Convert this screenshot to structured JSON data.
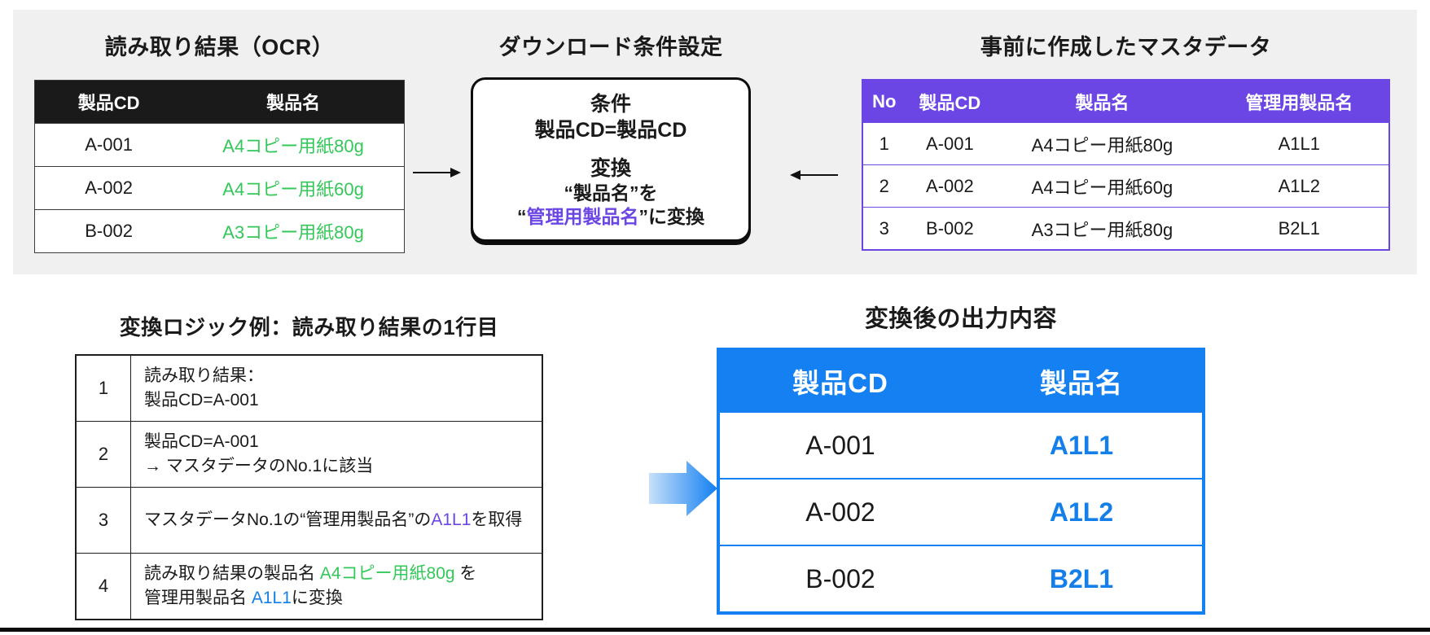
{
  "colors": {
    "panel_bg": "#f0f0f1",
    "ocr_header_bg": "#1a1a1a",
    "master_purple": "#6b46e5",
    "green_text": "#34c759",
    "blue_text": "#147fe8",
    "output_blue": "#1480f2",
    "text": "#1a1a1a"
  },
  "top_panel": {
    "ocr_table": {
      "title": "読み取り結果（OCR）",
      "columns": [
        "製品CD",
        "製品名"
      ],
      "rows": [
        {
          "cd": "A-001",
          "name": "A4コピー用紙80g"
        },
        {
          "cd": "A-002",
          "name": "A4コピー用紙60g"
        },
        {
          "cd": "B-002",
          "name": "A3コピー用紙80g"
        }
      ]
    },
    "condition_box": {
      "title": "ダウンロード条件設定",
      "condition_label": "条件",
      "condition_value": "製品CD=製品CD",
      "convert_label": "変換",
      "convert_source": "“製品名”を",
      "convert_quote_open": "“",
      "convert_target": "管理用製品名",
      "convert_suffix": "”に変換"
    },
    "master_table": {
      "title": "事前に作成したマスタデータ",
      "columns": [
        "No",
        "製品CD",
        "製品名",
        "管理用製品名"
      ],
      "rows": [
        {
          "no": "1",
          "cd": "A-001",
          "name": "A4コピー用紙80g",
          "admin_name": "A1L1"
        },
        {
          "no": "2",
          "cd": "A-002",
          "name": "A4コピー用紙60g",
          "admin_name": "A1L2"
        },
        {
          "no": "3",
          "cd": "B-002",
          "name": "A3コピー用紙80g",
          "admin_name": "B2L1"
        }
      ]
    }
  },
  "bottom_section": {
    "logic_table": {
      "title": "変換ロジック例：読み取り結果の1行目",
      "rows": [
        {
          "no": "1",
          "line1": "読み取り結果：",
          "line2": "製品CD=A-001"
        },
        {
          "no": "2",
          "line1": "製品CD=A-001",
          "line2": "→ マスタデータのNo.1に該当"
        },
        {
          "no": "3",
          "pre": "マスタデータNo.1の“管理用製品名”の",
          "highlight": "A1L1",
          "post": "を取得"
        },
        {
          "no": "4",
          "line1_pre": "読み取り結果の製品名 ",
          "line1_green": "A4コピー用紙80g",
          "line1_post": " を",
          "line2_pre": "管理用製品名 ",
          "line2_blue": "A1L1",
          "line2_post": "に変換"
        }
      ]
    },
    "output_table": {
      "title": "変換後の出力内容",
      "columns": [
        "製品CD",
        "製品名"
      ],
      "rows": [
        {
          "cd": "A-001",
          "name": "A1L1"
        },
        {
          "cd": "A-002",
          "name": "A1L2"
        },
        {
          "cd": "B-002",
          "name": "B2L1"
        }
      ]
    }
  }
}
